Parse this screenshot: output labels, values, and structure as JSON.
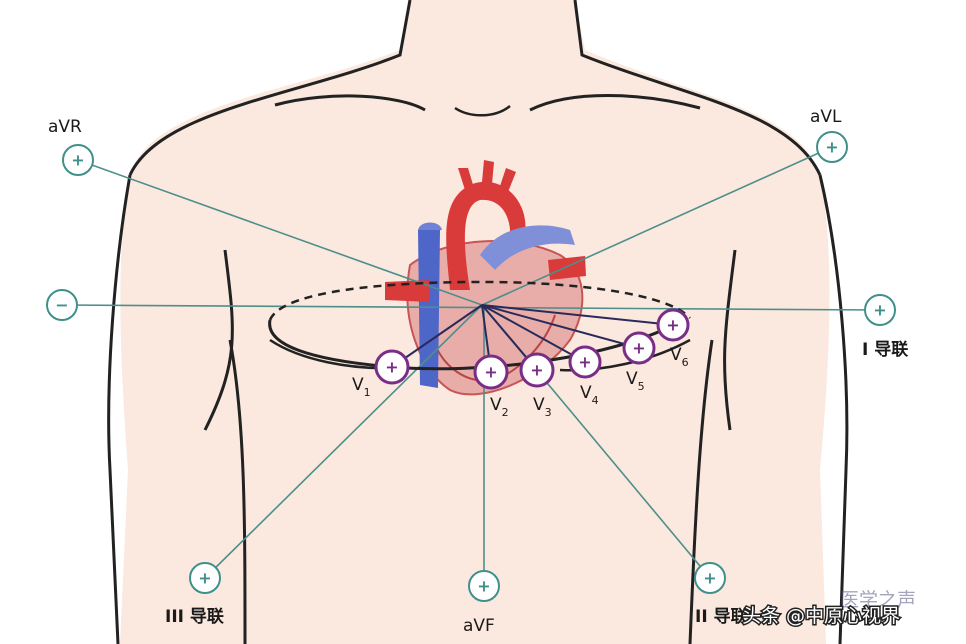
{
  "limb_leads": {
    "avr": {
      "label": "aVR",
      "sign": "+"
    },
    "avl": {
      "label": "aVL",
      "sign": "+"
    },
    "avf": {
      "label": "aVF",
      "sign": "+"
    },
    "lead1_pos": {
      "label": "I 导联",
      "sign": "+"
    },
    "lead1_neg": {
      "sign": "−"
    },
    "lead2": {
      "label": "II 导联",
      "sign": "+"
    },
    "lead3": {
      "label": "III 导联",
      "sign": "+"
    }
  },
  "precordial_leads": [
    {
      "label": "V",
      "sub": "1",
      "sign": "+"
    },
    {
      "label": "V",
      "sub": "2",
      "sign": "+"
    },
    {
      "label": "V",
      "sub": "3",
      "sign": "+"
    },
    {
      "label": "V",
      "sub": "4",
      "sign": "+"
    },
    {
      "label": "V",
      "sub": "5",
      "sign": "+"
    },
    {
      "label": "V",
      "sub": "6",
      "sign": "+"
    }
  ],
  "watermark": {
    "text": "头条 @中原心视界",
    "faded_text": "医学之声"
  },
  "colors": {
    "skin": "#fbe8df",
    "outline": "#222222",
    "lead_line": "#4d8f8a",
    "limb_electrode": "#3f8f8a",
    "precordial_electrode": "#7a2d86",
    "heart_red": "#d93a3a",
    "heart_blue": "#4f66c9"
  }
}
